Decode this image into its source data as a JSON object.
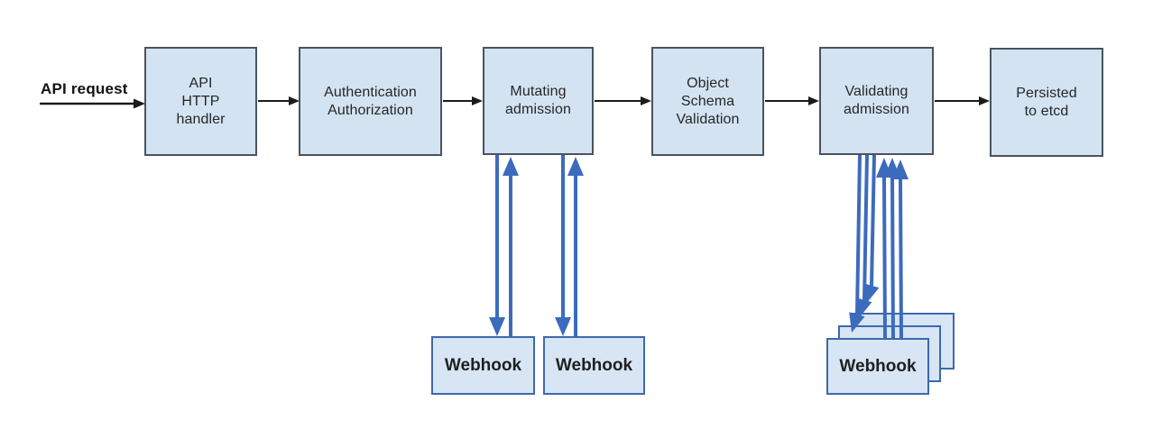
{
  "flow": {
    "request_label": "API request",
    "nodes": [
      {
        "id": "api-http-handler",
        "label": "API\nHTTP\nhandler"
      },
      {
        "id": "authentication-authorization",
        "label": "Authentication\nAuthorization"
      },
      {
        "id": "mutating-admission",
        "label": "Mutating\nadmission"
      },
      {
        "id": "object-schema-validation",
        "label": "Object\nSchema\nValidation"
      },
      {
        "id": "validating-admission",
        "label": "Validating\nadmission"
      },
      {
        "id": "persisted-to-etcd",
        "label": "Persisted\nto etcd"
      }
    ],
    "mutating_webhooks": [
      {
        "label": "Webhook"
      },
      {
        "label": "Webhook"
      }
    ],
    "validating_webhooks": {
      "front_label": "Webhook",
      "stacked_count": 3
    }
  },
  "colors": {
    "node_fill": "#d3e3f2",
    "node_border": "#4a545e",
    "webhook_fill": "#d7e5f4",
    "webhook_border": "#3f68ac",
    "arrow_blue": "#3c6bbd",
    "arrow_black": "#1b1b1b"
  }
}
